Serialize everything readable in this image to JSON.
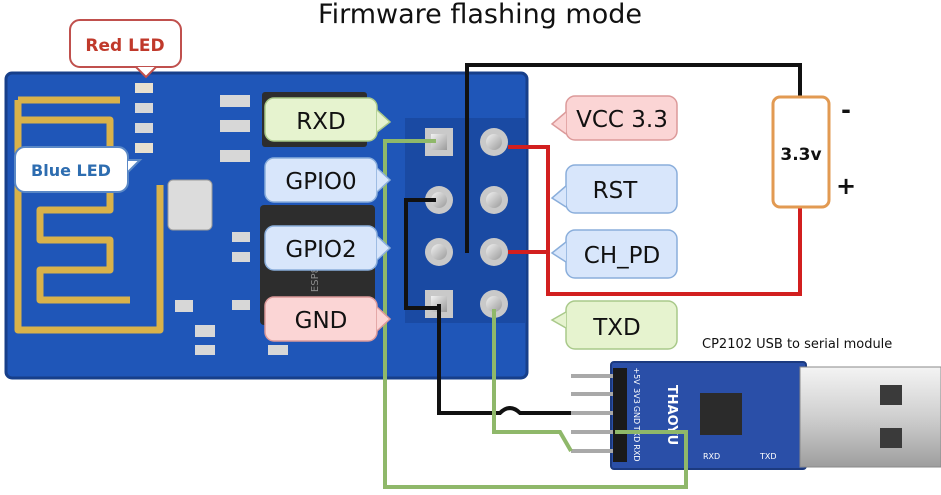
{
  "title": "Firmware flashing mode",
  "callouts": {
    "red_led": "Red LED",
    "blue_led": "Blue LED",
    "rxd": "RXD",
    "gpio0": "GPIO0",
    "gpio2": "GPIO2",
    "gnd": "GND",
    "vcc": "VCC 3.3",
    "rst": "RST",
    "ch_pd": "CH_PD",
    "txd": "TXD"
  },
  "supply": {
    "voltage": "3.3v",
    "minus": "-",
    "plus": "+"
  },
  "usb_module": {
    "caption": "CP2102 USB to serial module",
    "brand": "THAOYU",
    "pins": [
      "+5V",
      "3V3",
      "GND",
      "TXD",
      "RXD"
    ],
    "board_labels": [
      "RXD",
      "TXD"
    ]
  },
  "esp_chip": {
    "marking": "ESP8266"
  },
  "colors": {
    "esp_board": "#1f56b8",
    "usb_board": "#2a4fa8",
    "wire_black": "#111111",
    "wire_red": "#d21f1f",
    "wire_green": "#8fb86a",
    "callout_green": "#e6f3cf",
    "callout_blue": "#d8e6fb",
    "callout_red": "#fbd5d5"
  }
}
